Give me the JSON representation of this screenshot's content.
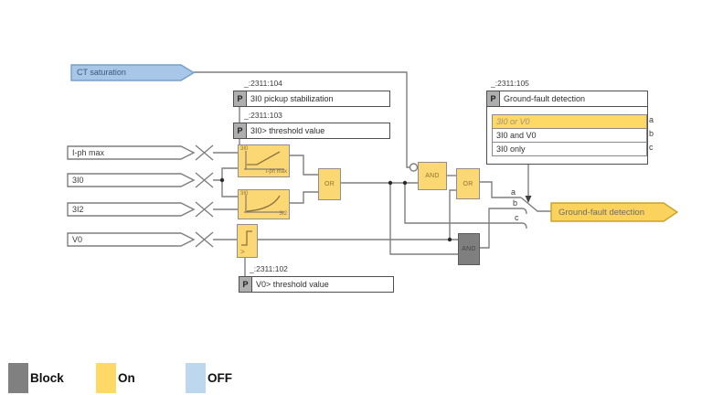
{
  "diagram": {
    "ct_input": {
      "label": "CT saturation"
    },
    "inputs": [
      {
        "label": "I-ph max"
      },
      {
        "label": "3I0"
      },
      {
        "label": "3I2"
      },
      {
        "label": "V0"
      }
    ],
    "param_symbol": "P",
    "params": {
      "p104": {
        "address": "_:2311:104",
        "label": "3I0 pickup stabilization"
      },
      "p103": {
        "address": "_:2311:103",
        "label": "3I0> threshold value"
      },
      "p102": {
        "address": "_:2311:102",
        "label": "V0> threshold value"
      },
      "p105": {
        "address": "_:2311:105",
        "label": "Ground-fault detection",
        "options": [
          {
            "label": "3I0 or V0",
            "key": "a",
            "selected": true
          },
          {
            "label": "3I0 and V0",
            "key": "b",
            "selected": false
          },
          {
            "label": "3I0 only",
            "key": "c",
            "selected": false
          }
        ]
      }
    },
    "char_block1": {
      "y_axis_label": "3I0",
      "x_axis_label": "I-ph max"
    },
    "char_block2": {
      "y_axis_label": "3I0",
      "x_axis_label": "3I2"
    },
    "v0_block": {
      "symbol": ">"
    },
    "gates": {
      "or1": "OR",
      "and1": "AND",
      "or2": "OR",
      "and2": "AND"
    },
    "switch": {
      "positions": [
        "a",
        "b",
        "c"
      ]
    },
    "output": {
      "label": "Ground-fault detection"
    }
  },
  "legend": [
    {
      "label": "Block",
      "color": "#808080"
    },
    {
      "label": "On",
      "color": "#FFD966"
    },
    {
      "label": "OFF",
      "color": "#BDD7EE"
    }
  ],
  "colors": {
    "state_on_fill": "#FBD873",
    "state_off_fill": "#A8C6E8",
    "state_block_fill": "#7F7F7F",
    "wire": "#7f7f7f",
    "selected_option_fill": "#FFD966",
    "output_arrow_fill": "#FBD35C"
  }
}
